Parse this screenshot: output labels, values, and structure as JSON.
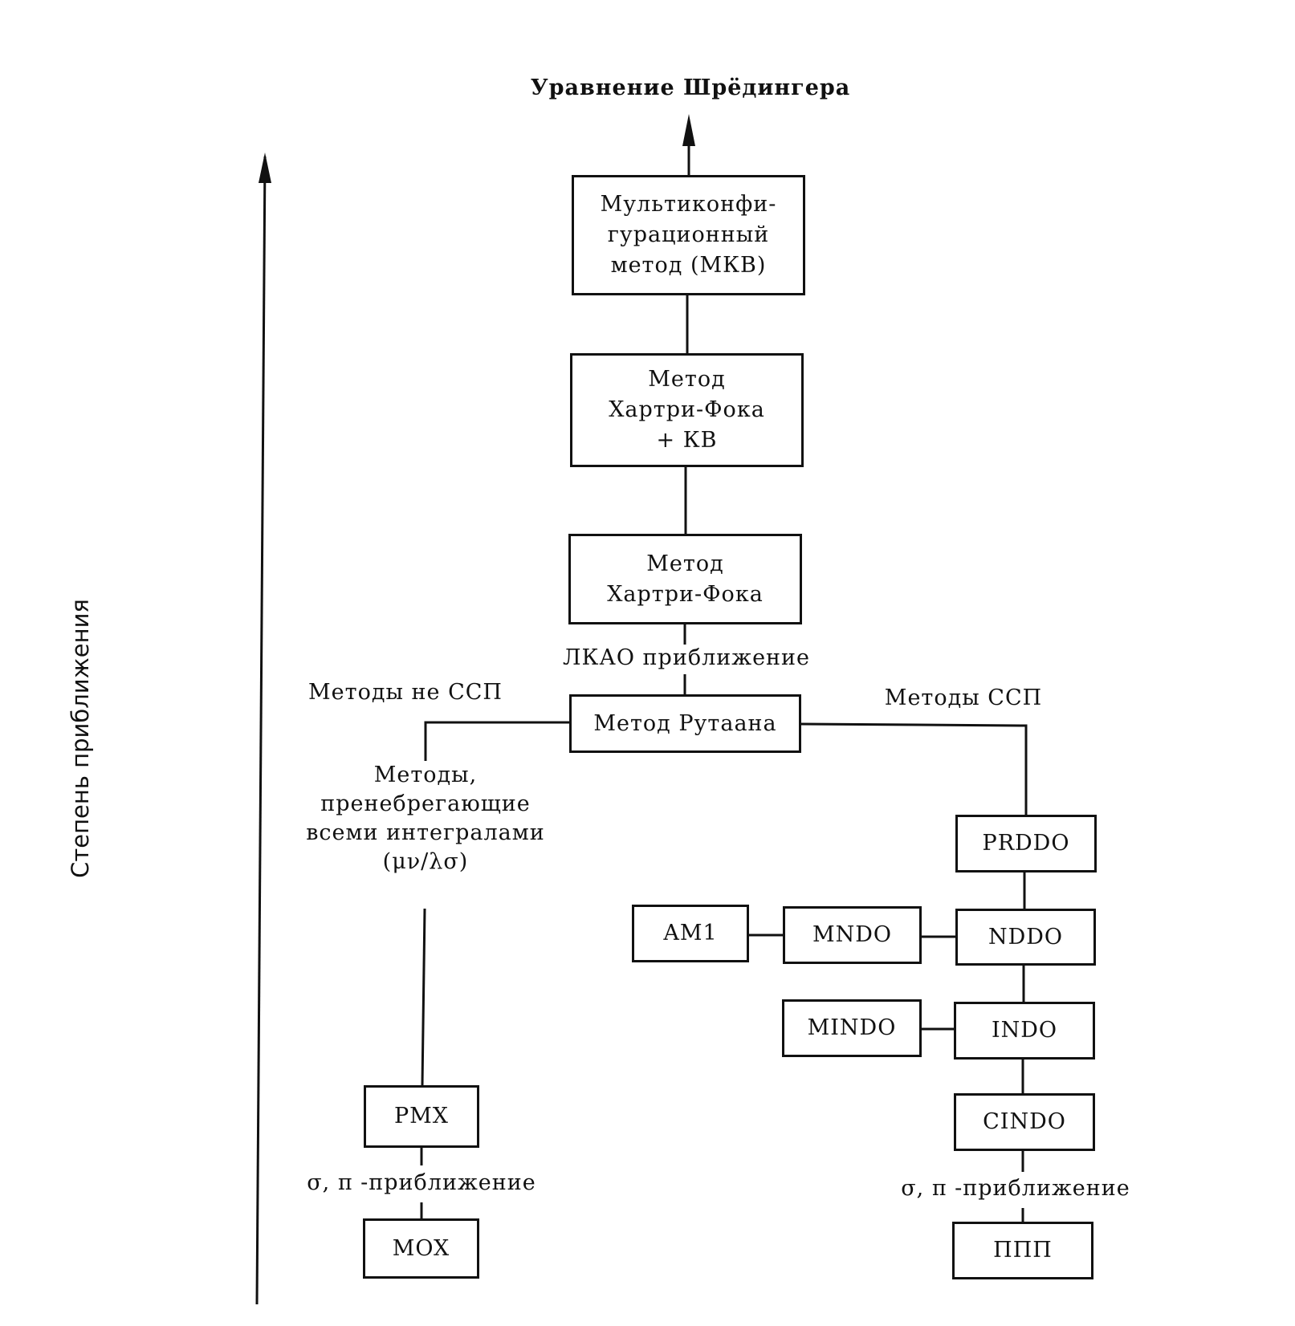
{
  "axis": {
    "label": "Степень приближения"
  },
  "top_label": "Уравнение Шрёдингера",
  "boxes": {
    "mcsf": "Мультиконфи-\nгурационный\nметод (МКВ)",
    "hf_ci": "Метод\nХартри-Фока\n+ КВ",
    "hf": "Метод\nХартри-Фока",
    "roothaan": "Метод  Рутаана",
    "prddo": "PRDDO",
    "am1": "AM1",
    "mndo": "MNDO",
    "nddo": "NDDO",
    "mindo": "MINDO",
    "indo": "INDO",
    "cindo": "CINDO",
    "ppp": "ППП",
    "pmx": "PMX",
    "mox": "MOX"
  },
  "labels": {
    "lcao": "ЛКАО  приближение",
    "non_scf": "Методы не ССП",
    "scf": "Методы  ССП",
    "neglect": "Методы,\nпренебрегающие\nвсеми интегралами\n(μν/λσ)",
    "sigma_pi_left": "σ, π -приближение",
    "sigma_pi_right": "σ, π -приближение"
  }
}
